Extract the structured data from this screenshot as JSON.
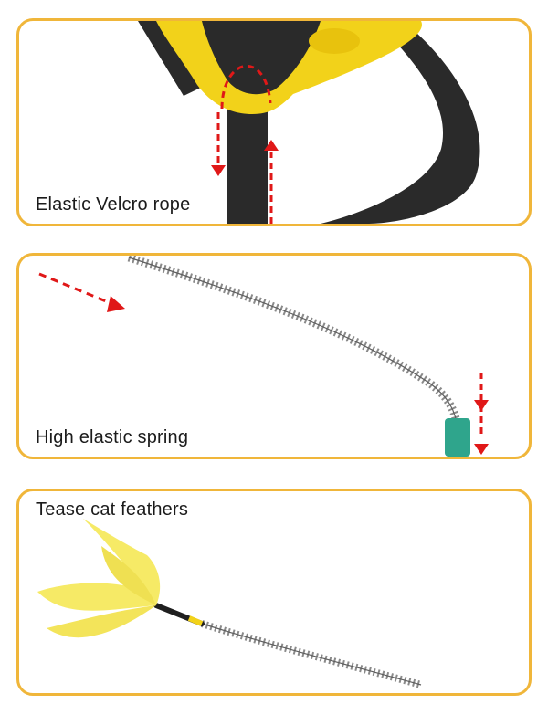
{
  "panels": [
    {
      "caption": "Elastic Velcro rope"
    },
    {
      "caption": "High elastic spring"
    },
    {
      "caption": "Tease cat feathers"
    }
  ],
  "colors": {
    "frame": "#f0b63a",
    "strap": "#2a2a2a",
    "harness": "#f2d21a",
    "arrow": "#e01818",
    "spring": "#8a8a8a",
    "clip": "#2fa58c",
    "feather": "#f6ea66"
  },
  "icons": [
    "harness-illustration",
    "spring-illustration",
    "feather-illustration",
    "dashed-arrow-icon"
  ]
}
